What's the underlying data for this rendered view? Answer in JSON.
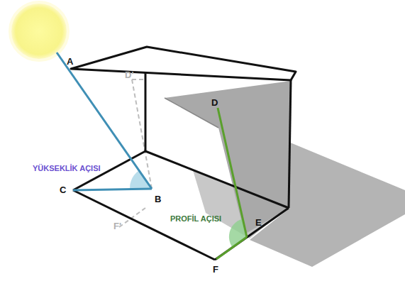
{
  "diagram": {
    "labels": [
      "A",
      "D'",
      "D",
      "YÜKSEKLİK AÇISI",
      "C",
      "B",
      "F'",
      "PROFİL AÇISI",
      "E",
      "F"
    ]
  }
}
